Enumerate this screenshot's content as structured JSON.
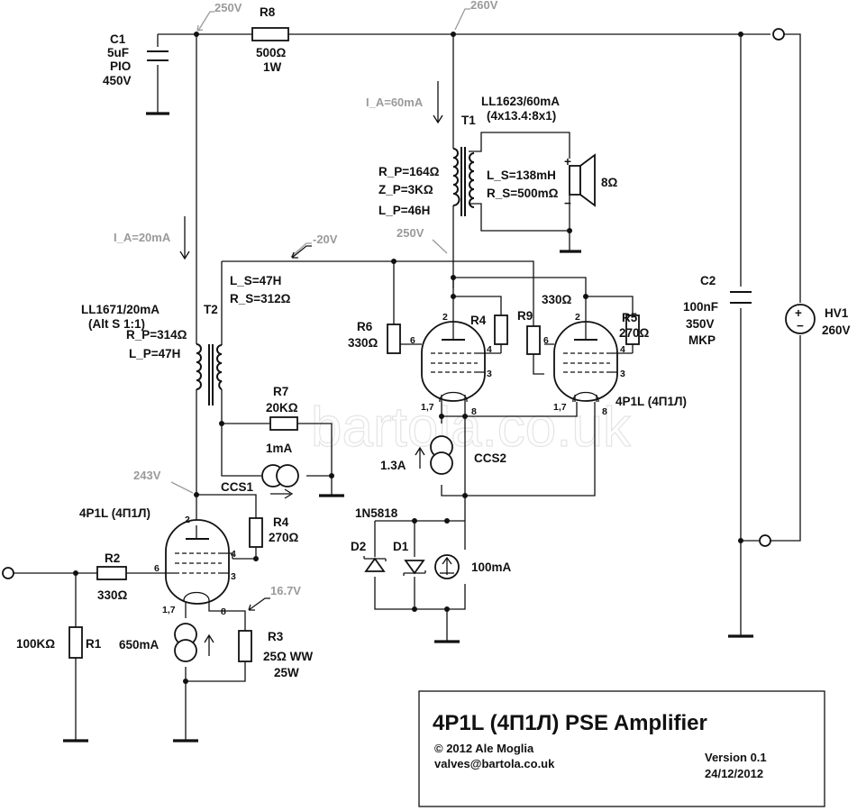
{
  "watermark": "bartola.co.uk",
  "voltages": {
    "v250_top": "250V",
    "v260_top": "260V",
    "ia60": "I_A=60mA",
    "ia20": "I_A=20mA",
    "vm20": "-20V",
    "v250_mid": "250V",
    "v243": "243V",
    "v16_7": "16.7V"
  },
  "components": {
    "C1": [
      "C1",
      "5uF",
      "PIO",
      "450V"
    ],
    "R8": [
      "R8",
      "500Ω",
      "1W"
    ],
    "T1": [
      "T1",
      "LL1623/60mA",
      "(4x13.4:8x1)"
    ],
    "T1_primary": [
      "R_P=164Ω",
      "Z_P=3KΩ",
      "L_P=46H"
    ],
    "T1_secondary": [
      "L_S=138mH",
      "R_S=500mΩ"
    ],
    "speaker": [
      "8Ω",
      "+",
      "−"
    ],
    "T2_secondary": [
      "L_S=47H",
      "R_S=312Ω"
    ],
    "T2": [
      "T2",
      "LL1671/20mA",
      "(Alt S 1:1)"
    ],
    "T2_primary": [
      "R_P=314Ω",
      "L_P=47H"
    ],
    "R7": [
      "R7",
      "20KΩ"
    ],
    "CCS1": [
      "1mA",
      "CCS1"
    ],
    "R6": [
      "R6",
      "330Ω"
    ],
    "R4_top": [
      "R4"
    ],
    "R9": [
      "R9",
      "330Ω"
    ],
    "R5": [
      "R5",
      "270Ω"
    ],
    "C2": [
      "C2",
      "100nF",
      "350V",
      "MKP"
    ],
    "HV1": [
      "HV1",
      "260V"
    ],
    "tube_out": [
      "4P1L (4П1Л)"
    ],
    "CCS2": [
      "1.3A",
      "CCS2"
    ],
    "diodes": [
      "1N5818",
      "D2",
      "D1"
    ],
    "ccs_100": [
      "100mA"
    ],
    "tube_in": [
      "4P1L (4П1Л)"
    ],
    "R4_bot": [
      "R4",
      "270Ω"
    ],
    "R2": [
      "R2",
      "330Ω"
    ],
    "R1": [
      "100KΩ",
      "R1"
    ],
    "ccs_650": [
      "650mA"
    ],
    "R3": [
      "R3",
      "25Ω WW",
      "25W"
    ]
  },
  "pins": {
    "out_a": [
      "2",
      "4",
      "6",
      "3",
      "1,7",
      "8"
    ],
    "out_b": [
      "2",
      "4",
      "6",
      "3",
      "1,7",
      "8"
    ],
    "in": [
      "2",
      "4",
      "6",
      "3",
      "1,7",
      "8"
    ]
  },
  "title_block": {
    "title": "4P1L (4П1Л)  PSE Amplifier",
    "author": "© 2012 Ale Moglia",
    "email": "valves@bartola.co.uk",
    "version": "Version 0.1",
    "date": "24/12/2012"
  }
}
